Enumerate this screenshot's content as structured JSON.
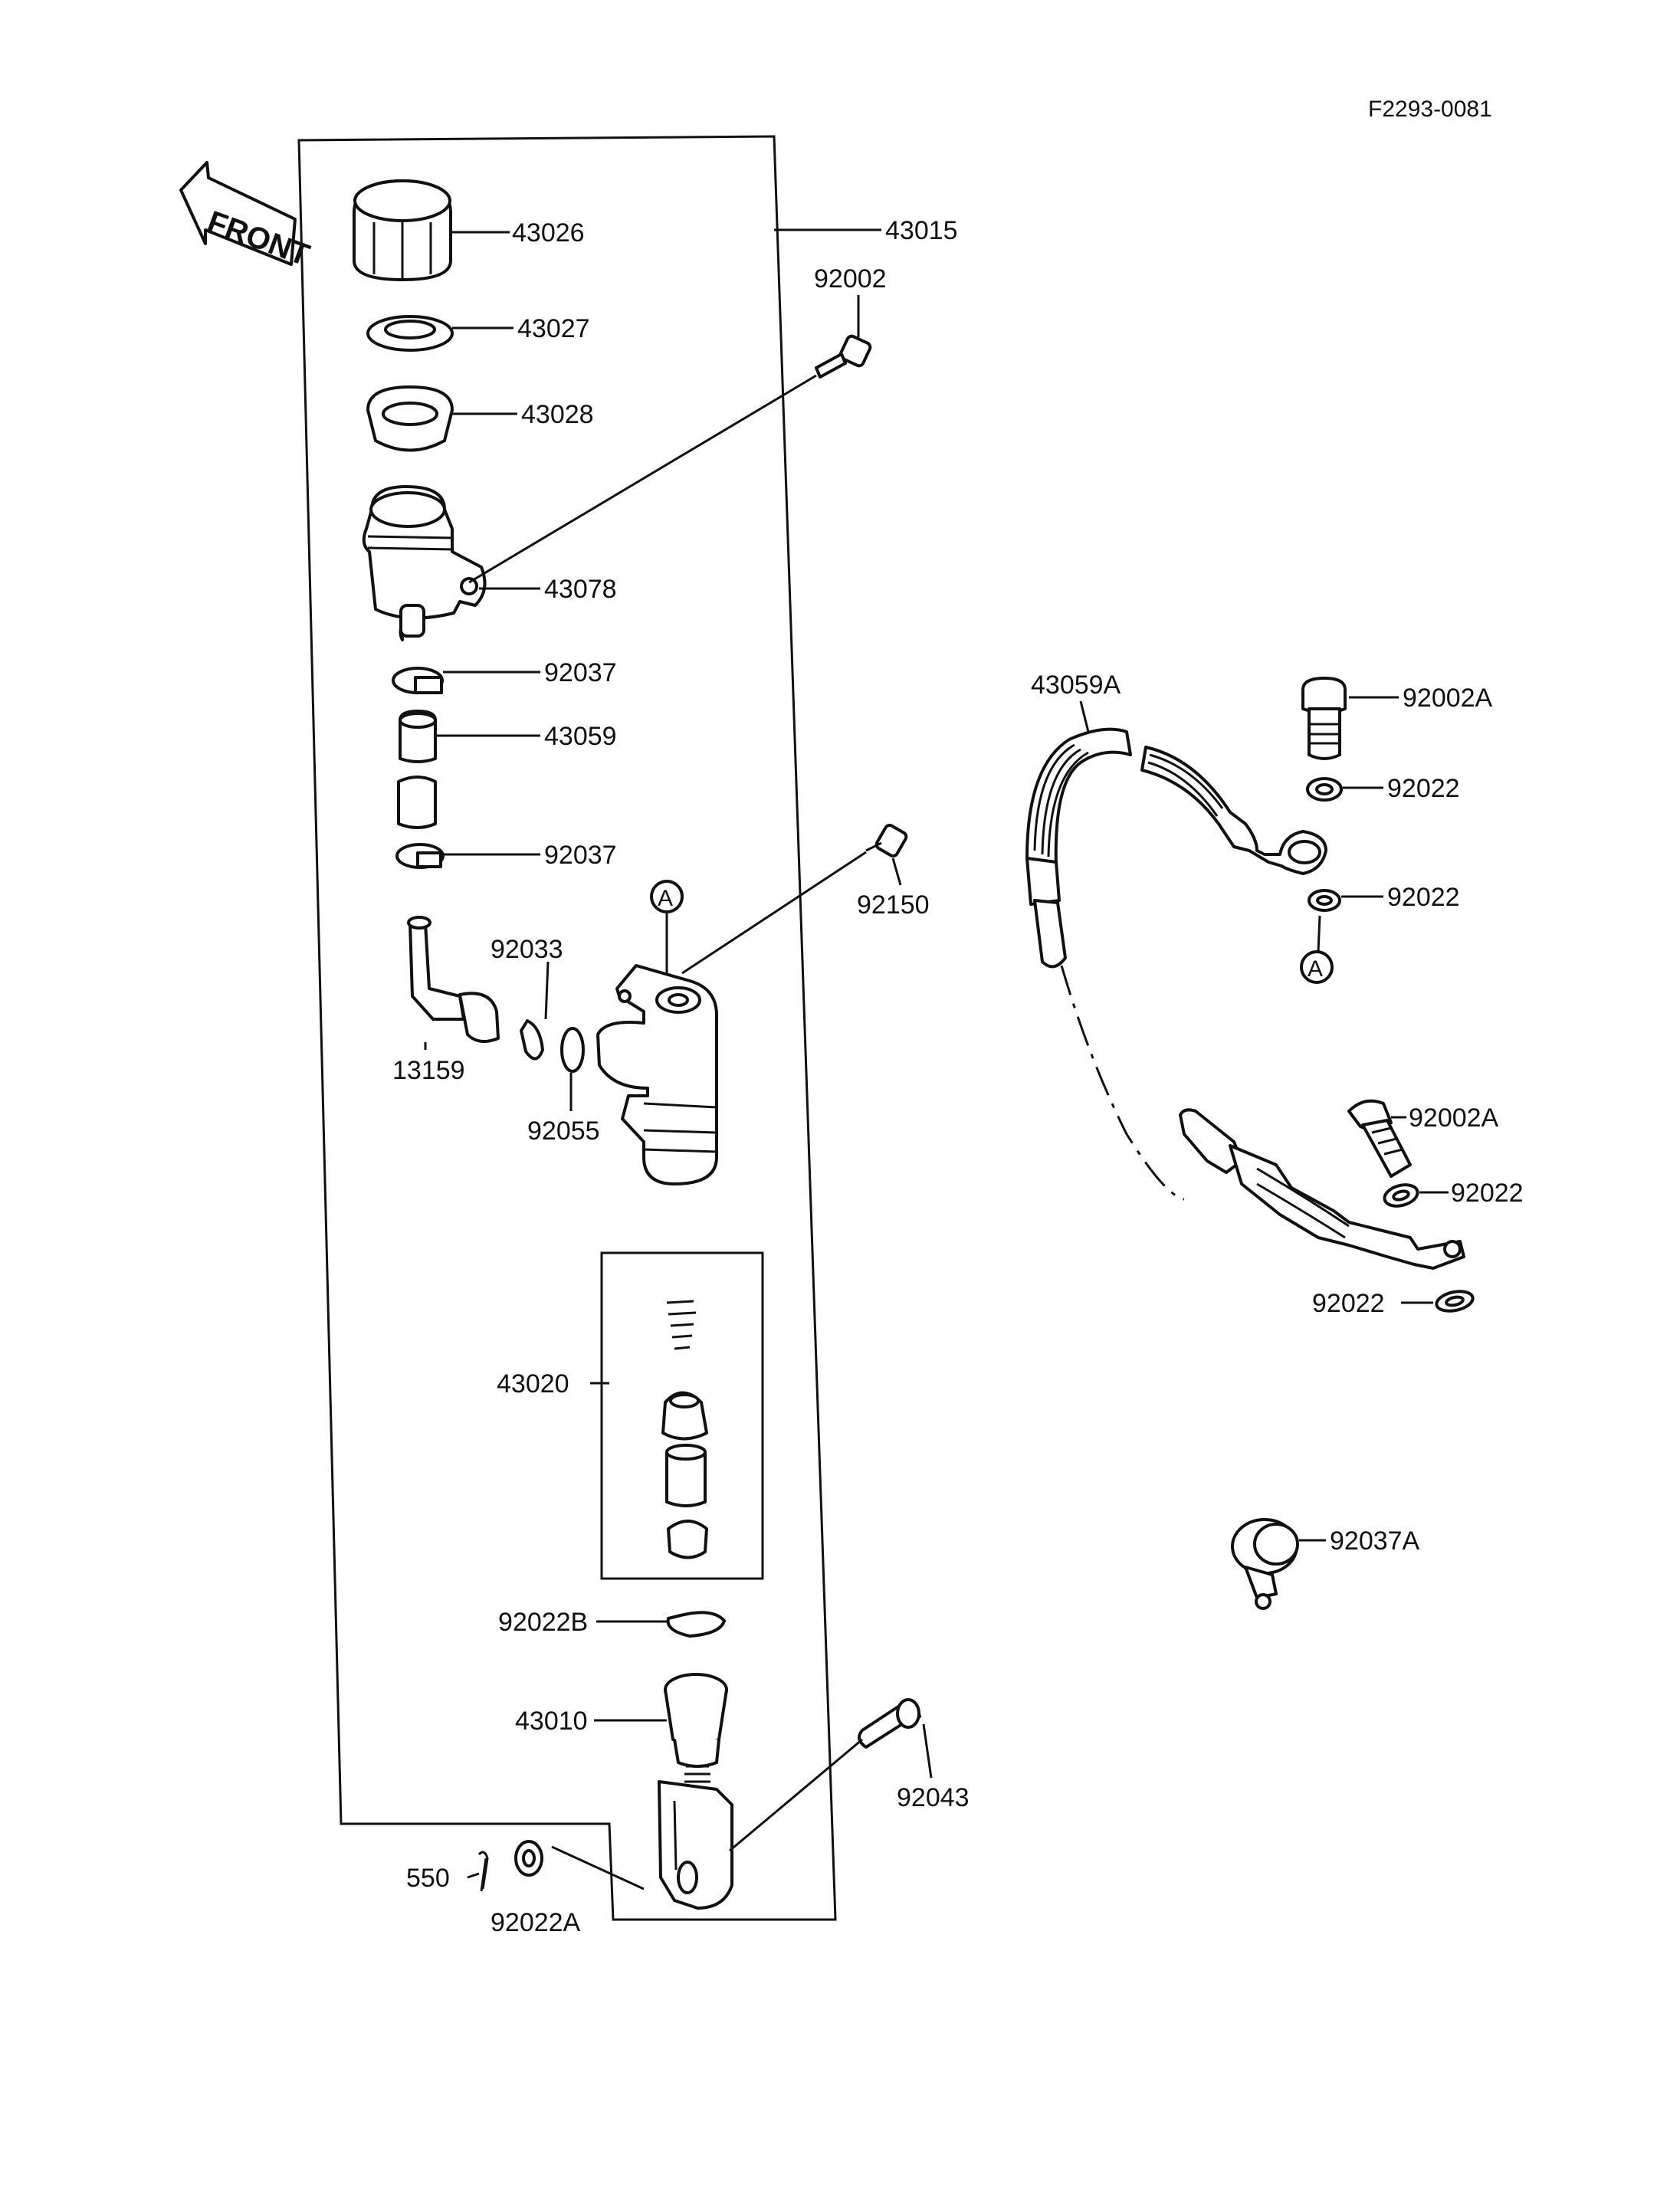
{
  "ref_code": "F2293-0081",
  "front_label": "FRONT",
  "marker_a": "A",
  "parts": {
    "p43026": "43026",
    "p43015": "43015",
    "p92002": "92002",
    "p43027": "43027",
    "p43028": "43028",
    "p43078": "43078",
    "p92037_top": "92037",
    "p43059": "43059",
    "p92037_bot": "92037",
    "p92150": "92150",
    "p92033": "92033",
    "p13159": "13159",
    "p92055": "92055",
    "p43020": "43020",
    "p92022B": "92022B",
    "p43010": "43010",
    "p92043": "92043",
    "p550": "550",
    "p92022A": "92022A",
    "p43059A": "43059A",
    "p92002A_top": "92002A",
    "p92022_a": "92022",
    "p92022_b": "92022",
    "p92002A_bot": "92002A",
    "p92022_c": "92022",
    "p92022_d": "92022",
    "p92037A": "92037A"
  },
  "colors": {
    "ink": "#111111",
    "paper": "#ffffff"
  }
}
